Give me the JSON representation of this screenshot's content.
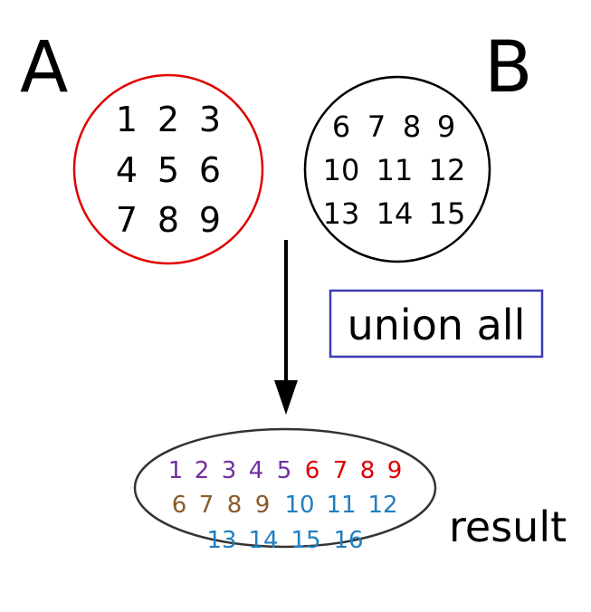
{
  "set_a": {
    "label": "A",
    "border_color": "#e00000",
    "numbers": [
      "1",
      "2",
      "3",
      "4",
      "5",
      "6",
      "7",
      "8",
      "9"
    ]
  },
  "set_b": {
    "label": "B",
    "border_color": "#000000",
    "numbers": [
      "6",
      "7",
      "8",
      "9",
      "10",
      "11",
      "12",
      "13",
      "14",
      "15"
    ]
  },
  "operation": {
    "label": "union all",
    "box_color": "#3b3bb3"
  },
  "result": {
    "label": "result",
    "rows": [
      [
        {
          "text": "1",
          "color": "#7030a0"
        },
        {
          "text": "2",
          "color": "#7030a0"
        },
        {
          "text": "3",
          "color": "#7030a0"
        },
        {
          "text": "4",
          "color": "#7030a0"
        },
        {
          "text": "5",
          "color": "#7030a0"
        },
        {
          "text": "6",
          "color": "#e00000"
        },
        {
          "text": "7",
          "color": "#e00000"
        },
        {
          "text": "8",
          "color": "#e00000"
        },
        {
          "text": "9",
          "color": "#e00000"
        }
      ],
      [
        {
          "text": "6",
          "color": "#8b5a2b"
        },
        {
          "text": "7",
          "color": "#8b5a2b"
        },
        {
          "text": "8",
          "color": "#8b5a2b"
        },
        {
          "text": "9",
          "color": "#8b5a2b"
        },
        {
          "text": "10",
          "color": "#1f7fc0"
        },
        {
          "text": "11",
          "color": "#1f7fc0"
        },
        {
          "text": "12",
          "color": "#1f7fc0"
        }
      ],
      [
        {
          "text": "13",
          "color": "#1f7fc0"
        },
        {
          "text": "14",
          "color": "#1f7fc0"
        },
        {
          "text": "15",
          "color": "#1f7fc0"
        },
        {
          "text": "16",
          "color": "#1f7fc0"
        }
      ]
    ]
  }
}
